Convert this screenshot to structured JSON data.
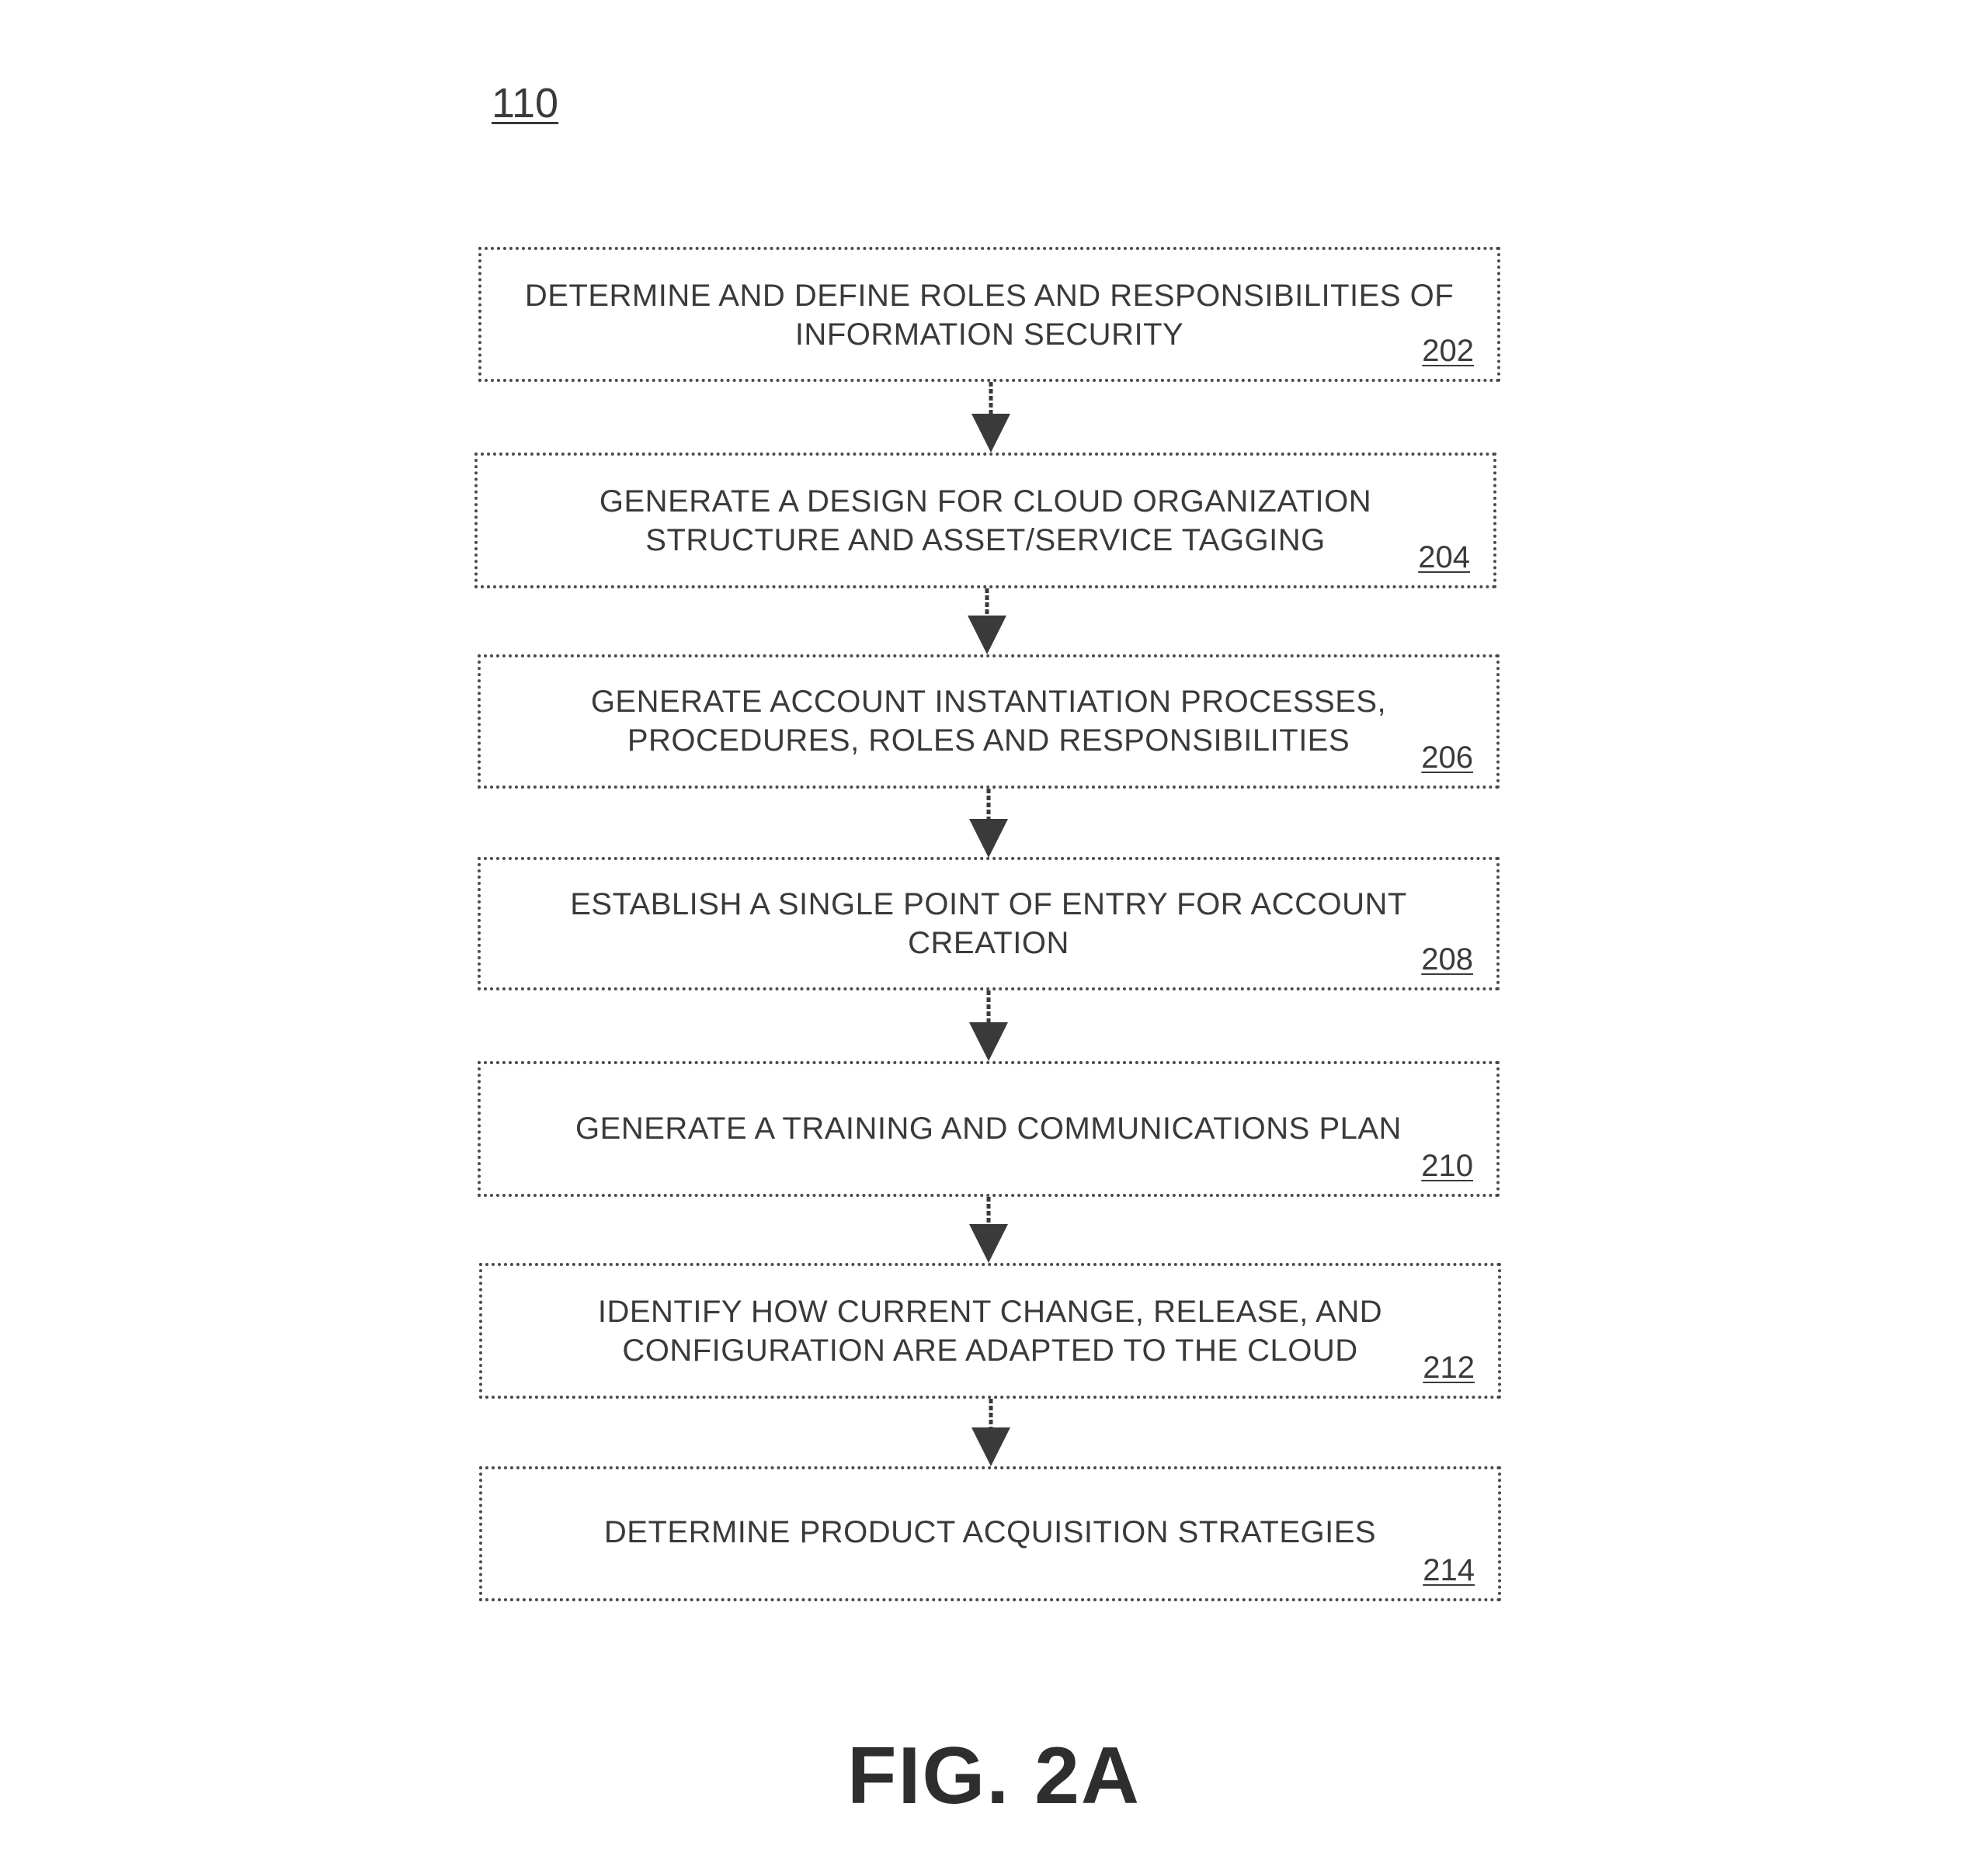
{
  "figure": {
    "reference": "110",
    "caption": "FIG. 2A"
  },
  "steps": [
    {
      "lines": [
        "DETERMINE AND DEFINE ROLES AND RESPONSIBILITIES OF",
        "INFORMATION SECURITY"
      ],
      "number": "202"
    },
    {
      "lines": [
        "GENERATE A DESIGN FOR CLOUD ORGANIZATION",
        "STRUCTURE AND ASSET/SERVICE TAGGING"
      ],
      "number": "204"
    },
    {
      "lines": [
        "GENERATE ACCOUNT INSTANTIATION PROCESSES,",
        "PROCEDURES, ROLES AND RESPONSIBILITIES"
      ],
      "number": "206"
    },
    {
      "lines": [
        "ESTABLISH A SINGLE POINT OF ENTRY FOR ACCOUNT",
        "CREATION"
      ],
      "number": "208"
    },
    {
      "lines": [
        "GENERATE A TRAINING AND COMMUNICATIONS PLAN"
      ],
      "number": "210"
    },
    {
      "lines": [
        "IDENTIFY HOW CURRENT CHANGE, RELEASE, AND",
        "CONFIGURATION ARE ADAPTED TO THE CLOUD"
      ],
      "number": "212"
    },
    {
      "lines": [
        "DETERMINE PRODUCT ACQUISITION STRATEGIES"
      ],
      "number": "214"
    }
  ]
}
